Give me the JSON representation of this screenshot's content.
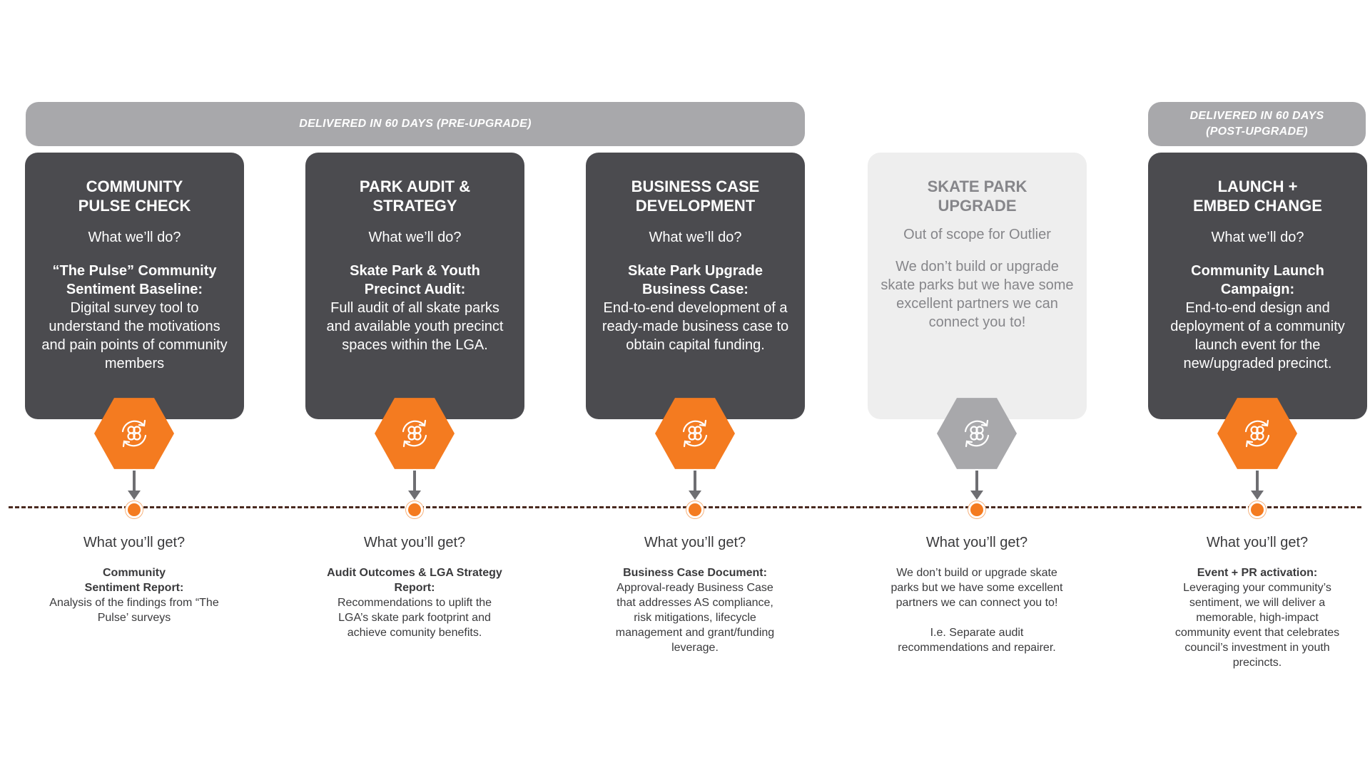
{
  "banners": {
    "pre": "DELIVERED IN 60 DAYS (PRE-UPGRADE)",
    "post_line1": "DELIVERED IN 60 DAYS",
    "post_line2": "(POST-UPGRADE)"
  },
  "colors": {
    "orange": "#f47b20",
    "dark_card": "#4b4b4f",
    "light_card": "#eeeeee",
    "grey": "#a8a8ab",
    "timeline": "#4a2a20"
  },
  "stages": [
    {
      "title": "COMMUNITY\nPULSE CHECK",
      "question": "What we’ll do?",
      "subtitle": "“The Pulse” Community\nSentiment Baseline:",
      "body": "Digital survey tool to understand the motivations and pain points of community members",
      "get_question": "What you’ll get?",
      "get_title": "Community\nSentiment Report:",
      "get_body": "Analysis of the findings from “The\nPulse’ surveys",
      "icon": "refresh-cycle-icon"
    },
    {
      "title": "PARK AUDIT &\nSTRATEGY",
      "question": "What we’ll do?",
      "subtitle": "Skate Park & Youth\nPrecinct Audit:",
      "body": "Full audit of all skate parks and available youth precinct spaces within the LGA.",
      "get_question": "What you’ll get?",
      "get_title": "Audit Outcomes & LGA Strategy\nReport:",
      "get_body": "Recommendations to uplift the\nLGA’s skate park footprint and\nachieve comunity benefits.",
      "icon": "refresh-cycle-icon"
    },
    {
      "title": "BUSINESS CASE\nDEVELOPMENT",
      "question": "What we’ll do?",
      "subtitle": "Skate Park Upgrade\nBusiness Case:",
      "body": "End-to-end development of a ready-made business case to obtain capital funding.",
      "get_question": "What you’ll get?",
      "get_title": "Business Case Document:",
      "get_body": "Approval-ready Business Case\nthat addresses AS compliance,\nrisk mitigations, lifecycle\nmanagement and grant/funding\nleverage.",
      "icon": "refresh-cycle-icon"
    },
    {
      "title": "SKATE PARK\nUPGRADE",
      "question": "Out of scope for Outlier",
      "body": "We don’t build or upgrade skate parks but we have some excellent partners we can connect you to!",
      "get_question": "What you’ll get?",
      "get_body": "We don’t build or upgrade skate\nparks but we have some excellent\npartners we can connect you to!\n\nI.e. Separate audit\nrecommendations and repairer.",
      "icon": "refresh-cycle-icon"
    },
    {
      "title": "LAUNCH +\nEMBED CHANGE",
      "question": "What we’ll do?",
      "subtitle": "Community Launch\nCampaign:",
      "body": "End-to-end design and deployment of a community launch event for the new/upgraded precinct.",
      "get_question": "What you’ll get?",
      "get_title": "Event + PR activation:",
      "get_body": "Leveraging your community’s\nsentiment, we will deliver a\nmemorable, high-impact\ncommunity event that celebrates\ncouncil’s investment in youth\nprecincts.",
      "icon": "refresh-cycle-icon"
    }
  ]
}
